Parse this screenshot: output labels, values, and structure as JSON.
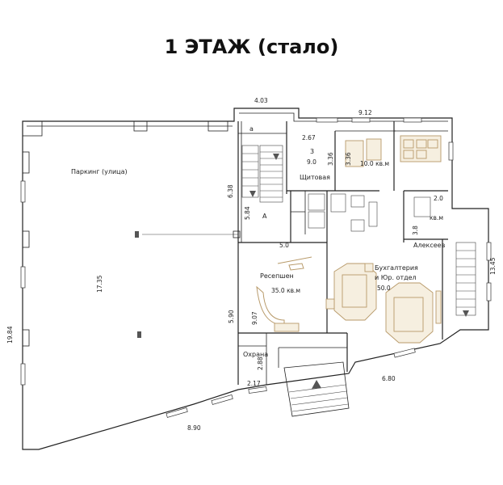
{
  "title": "1 ЭТАЖ (стало)",
  "rooms": {
    "parking": "Паркинг (улица)",
    "room_a_small": "а",
    "room_a_big": "А",
    "room3_area": "2.67",
    "room3_num": "3",
    "room3_val": "9.0",
    "shchitovaya": "Щитовая",
    "room_10": "10.0 кв.м",
    "room_2": "2.0",
    "room_2_unit": "кв.м",
    "reception": "Ресепшен",
    "reception_area": "35.0 кв.м",
    "accounting": "Бухгалтерия",
    "legal": "и Юр. отдел",
    "legal_area": "50.0",
    "alekseev": "Алексеев",
    "okhrana": "Охрана"
  },
  "dimensions": {
    "d403": "4.03",
    "d912": "9.12",
    "d638": "6.38",
    "d584": "5.84",
    "d336": "3.36",
    "d336b": "3.36",
    "d50": "5.0",
    "d1735": "17.35",
    "d590": "5.90",
    "d907": "9.07",
    "d38": "3.8",
    "d1345": "13.45",
    "d1984": "19.84",
    "d288": "2.88",
    "d217": "2.17",
    "d680": "6.80",
    "d890": "8.90"
  }
}
